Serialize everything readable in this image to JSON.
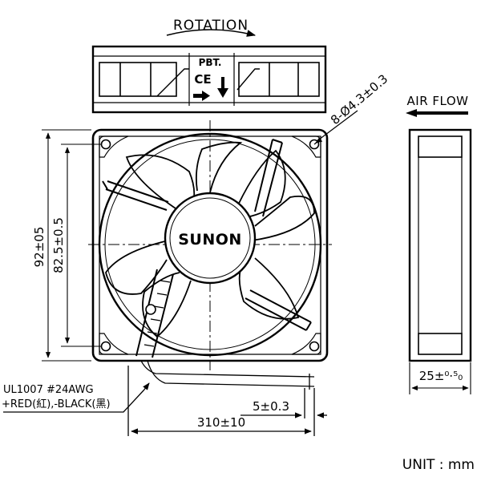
{
  "labels": {
    "rotation": "ROTATION",
    "air_flow": "AIR FLOW",
    "mounting_holes": "8-Ø4.3±0.3",
    "material": "PBT.",
    "ce_mark": "CE",
    "brand": "SUNON",
    "height_outer": "92±05",
    "height_hole_pitch": "82.5±0.5",
    "depth": "25±⁰⋅⁵₀",
    "wire_spec": "UL1007  #24AWG",
    "wire_colors": "+RED(紅),-BLACK(黑)",
    "strip_length": "5±0.3",
    "lead_length": "310±10",
    "unit": "UNIT : mm"
  },
  "colors": {
    "line": "#000000",
    "background": "#ffffff"
  }
}
